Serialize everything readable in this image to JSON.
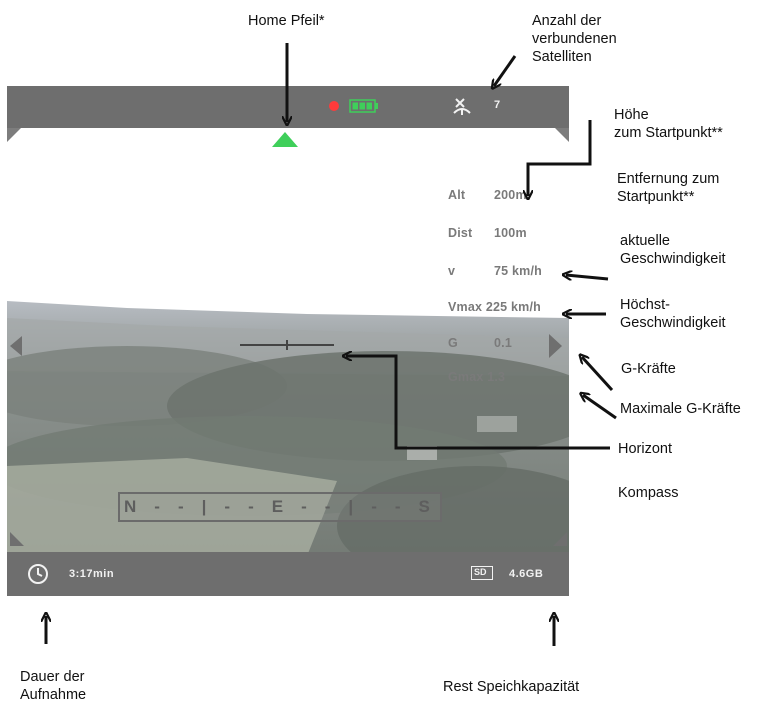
{
  "annotations": {
    "home_arrow": "Home Pfeil*",
    "satellites": "Anzahl der\nverbundenen\nSatelliten",
    "altitude": "Höhe\nzum Startpunkt**",
    "distance": "Entfernung zum\nStartpunkt**",
    "speed": "aktuelle\nGeschwindigkeit",
    "max_speed": "Höchst-\nGeschwindigkeit",
    "g_force": "G-Kräfte",
    "max_g_force": "Maximale G-Kräfte",
    "horizon": "Horizont",
    "compass": "Kompass",
    "duration": "Dauer der\nAufnahme",
    "storage": "Rest Speichkapazität"
  },
  "osd": {
    "satellite_count": "7",
    "battery_icon": "battery-icon",
    "recording_color": "#ff3b3b",
    "home_arrow_color": "#3fcf5a",
    "telemetry": [
      {
        "label": "Alt",
        "value": "200m"
      },
      {
        "label": "Dist",
        "value": "100m"
      },
      {
        "label": "v",
        "value": "75 km/h"
      },
      {
        "label": "Vmax",
        "value": "225 km/h"
      },
      {
        "label": "G",
        "value": "0.1"
      },
      {
        "label": "Gmax",
        "value": "1.3"
      }
    ],
    "compass": [
      "N",
      "-",
      "-",
      "|",
      "-",
      "-",
      "E",
      "-",
      "-",
      "|",
      "-",
      "-",
      "S"
    ],
    "recording_time": "3:17min",
    "sd_label": "SD",
    "storage_remaining": "4.6GB"
  }
}
